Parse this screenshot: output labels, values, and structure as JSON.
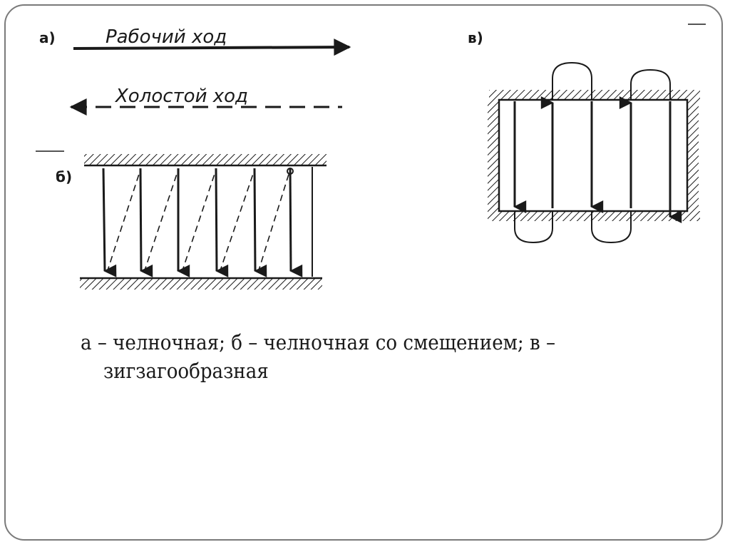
{
  "diagram": {
    "panel_a": {
      "label": "а)",
      "working_stroke": "Рабочий ход",
      "idle_stroke": "Холостой ход"
    },
    "panel_b": {
      "label": "б)"
    },
    "panel_c": {
      "label": "в)"
    }
  },
  "caption": {
    "line1": "а – челночная; б – челночная со смещением; в –",
    "line2": "зигзагообразная"
  },
  "colors": {
    "ink": "#1a1a1a",
    "frame": "#7a7a7a"
  }
}
